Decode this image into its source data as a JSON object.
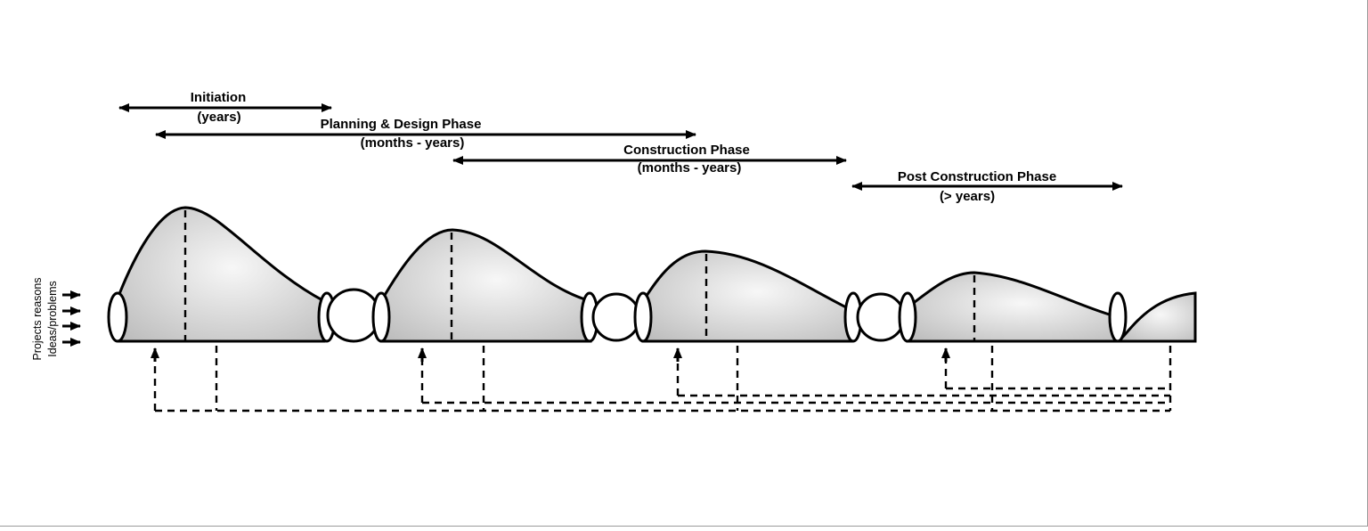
{
  "phases": [
    {
      "name": "Initiation",
      "duration": "(years)"
    },
    {
      "name": "Planning & Design Phase",
      "duration": "(months - years)"
    },
    {
      "name": "Construction Phase",
      "duration": "(months - years)"
    },
    {
      "name": "Post Construction Phase",
      "duration": "(> years)"
    }
  ],
  "inputs": {
    "line1": "Projects reasons",
    "line2": "Ideas/problems"
  },
  "colors": {
    "stroke": "#000000",
    "hill_fill_light": "#f4f4f4",
    "hill_fill_dark": "#bdbdbd",
    "background": "#ffffff"
  }
}
